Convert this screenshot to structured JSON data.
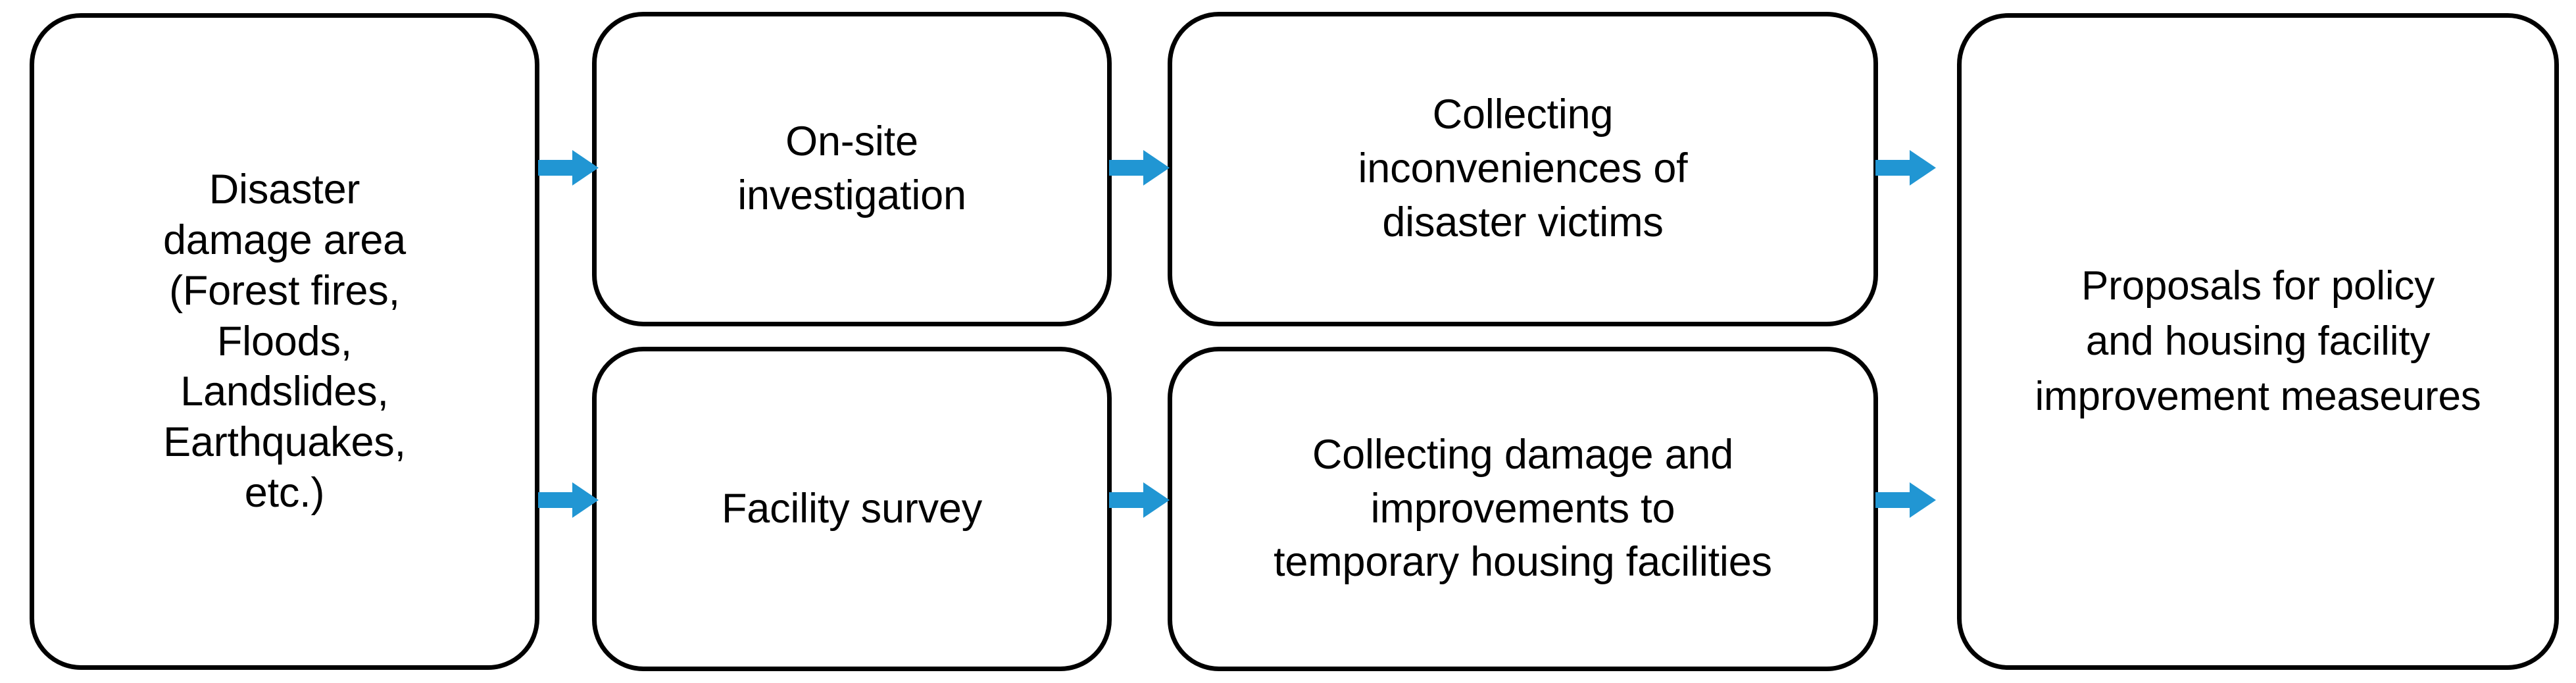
{
  "diagram": {
    "title": "Disaster damage survey and proposal process flow",
    "accent_color": "#2196d3",
    "border_color": "#000000",
    "background_color": "#ffffff",
    "text_color": "#000000"
  },
  "nodes": {
    "source": {
      "label": "Disaster damage area (Forest fires, Floods, Landslides, Earthquakes, etc.)",
      "text": "Disaster\ndamage area\n(Forest fires,\nFloods,\nLandslides,\nEarthquakes,\netc.)",
      "lines": [
        "Disaster",
        "damage area",
        "(Forest fires,",
        "Floods,",
        "Landslides,",
        "Earthquakes,",
        "etc.)"
      ]
    },
    "onsite": {
      "label": "On-site investigation",
      "text": "On-site\ninvestigation",
      "lines": [
        "On-site",
        "investigation"
      ]
    },
    "inconvenience": {
      "label": "Collecting inconveniences of disaster victims",
      "text": "Collecting\ninconveniences of\ndisaster victims",
      "lines": [
        "Collecting",
        "inconveniences of",
        "disaster victims"
      ]
    },
    "facility": {
      "label": "Facility survey",
      "text": "Facility survey",
      "lines": [
        "Facility survey"
      ]
    },
    "damage": {
      "label": "Collecting damage and improvements to temporary housing facilities",
      "text": "Collecting damage and\nimprovements to\ntemporary housing facilities",
      "lines": [
        "Collecting damage and",
        "improvements to",
        "temporary housing facilities"
      ]
    },
    "proposals": {
      "label": "Proposals for policy and housing facility improvement measeures",
      "text": "Proposals for policy\nand housing facility\nimprovement measeures",
      "lines": [
        "Proposals for policy",
        "and housing facility",
        "improvement measeures"
      ]
    }
  },
  "connectors": [
    {
      "id": "arrow-1",
      "from": "source",
      "to": "onsite",
      "icon": "arrow-right-icon"
    },
    {
      "id": "arrow-2",
      "from": "onsite",
      "to": "inconvenience",
      "icon": "arrow-right-icon"
    },
    {
      "id": "arrow-3",
      "from": "inconvenience",
      "to": "proposals",
      "icon": "arrow-right-icon"
    },
    {
      "id": "arrow-4",
      "from": "source",
      "to": "facility",
      "icon": "arrow-right-icon"
    },
    {
      "id": "arrow-5",
      "from": "facility",
      "to": "damage",
      "icon": "arrow-right-icon"
    },
    {
      "id": "arrow-6",
      "from": "damage",
      "to": "proposals",
      "icon": "arrow-right-icon"
    }
  ]
}
